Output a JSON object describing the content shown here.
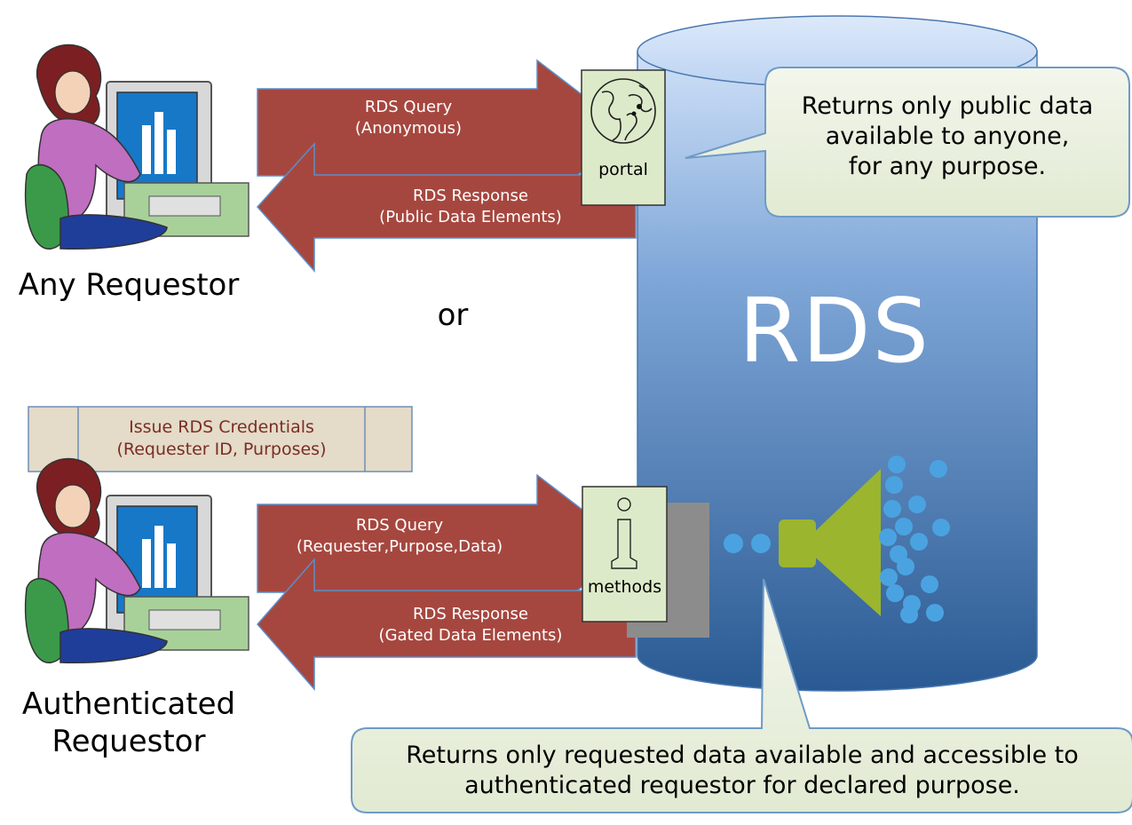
{
  "diagram": {
    "rds_label": "RDS",
    "or_label": "or",
    "any_requestor_label": "Any Requestor",
    "authenticated_requestor_label": "Authenticated\nRequestor",
    "portal_label": "portal",
    "methods_label": "methods",
    "credentials_box_label": "Issue RDS Credentials\n(Requester ID, Purposes)",
    "arrows": {
      "anon_query": "RDS Query\n(Anonymous)",
      "anon_response": "RDS Response\n(Public Data Elements)",
      "auth_query": "RDS Query\n(Requester,Purpose,Data)",
      "auth_response": "RDS Response\n(Gated Data Elements)"
    },
    "callouts": {
      "public": "Returns only public data\navailable to anyone,\nfor any purpose.",
      "gated": "Returns only requested data available and accessible to\nauthenticated requestor for declared purpose."
    },
    "colors": {
      "arrow_fill": "#a6473f",
      "cylinder_top": "#c9dcf5",
      "cylinder_bottom": "#2a5a93",
      "callout_fill": "#eaf0df",
      "callout_border": "#6f9ac6",
      "box_fill": "#ddeac9",
      "credential_fill": "#e4dbc8",
      "funnel_fill": "#9bb52f",
      "dot_fill": "#4aa3e0"
    },
    "icons": {
      "portal": "globe-icon",
      "methods": "info-icon",
      "requestor": "person-at-computer-icon",
      "filter": "funnel-icon"
    }
  }
}
